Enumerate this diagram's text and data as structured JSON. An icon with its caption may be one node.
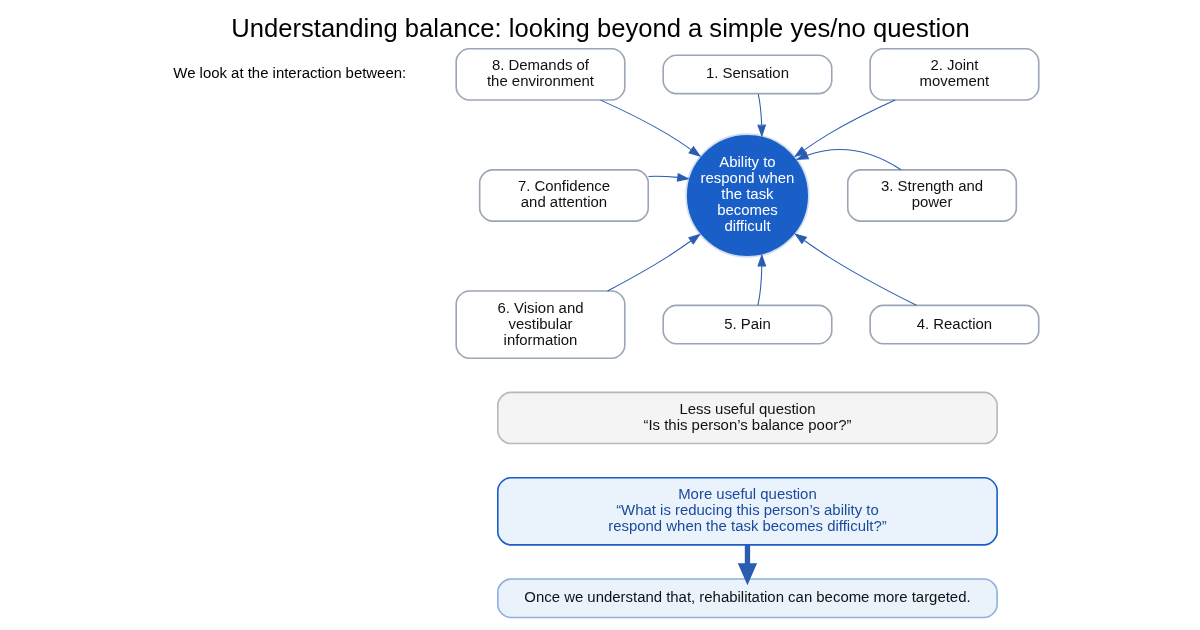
{
  "diagram": {
    "title": "Understanding balance: looking beyond a simple yes/no question",
    "nodes": [
      {
        "text": [
          "Ability to respond when the task becomes difficult"
        ]
      },
      {
        "text": [
          "1. Sensation"
        ]
      },
      {
        "text": [
          "2. Joint movement"
        ]
      },
      {
        "text": [
          "3. Strength and power"
        ]
      },
      {
        "text": [
          "4. Reaction"
        ]
      },
      {
        "text": [
          "5. Pain"
        ]
      },
      {
        "text": [
          "6. Vision and vestibular information"
        ]
      },
      {
        "text": [
          "7. Confidence and attention"
        ]
      },
      {
        "text": [
          "8. Demands of the environment"
        ]
      },
      {
        "text": [
          "Less useful question",
          "“Is this person’s balance poor?”"
        ]
      },
      {
        "text": [
          "More useful question",
          "“What is reducing this person’s ability to respond when the task becomes difficult?”"
        ]
      },
      {
        "text": [
          "Once we understand that, rehabilitation can become more targeted."
        ]
      }
    ],
    "edges": [
      {
        "from": 1,
        "to": 0,
        "arrow": "to"
      },
      {
        "from": 2,
        "to": 0,
        "arrow": "to"
      },
      {
        "from": 3,
        "to": 0,
        "arrow": "to"
      },
      {
        "from": 4,
        "to": 0,
        "arrow": "to"
      },
      {
        "from": 5,
        "to": 0,
        "arrow": "to"
      },
      {
        "from": 6,
        "to": 0,
        "arrow": "to"
      },
      {
        "from": 7,
        "to": 0,
        "arrow": "to"
      },
      {
        "from": 8,
        "to": 0,
        "arrow": "to"
      },
      {
        "from": 10,
        "to": 11,
        "arrow": "to",
        "style": "thick"
      }
    ],
    "labels": [
      "We look at the interaction between:"
    ]
  }
}
